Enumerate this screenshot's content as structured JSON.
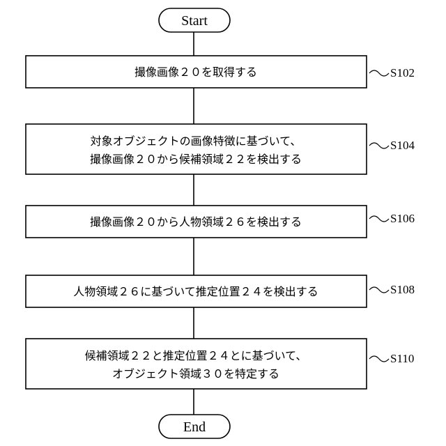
{
  "start_label": "Start",
  "end_label": "End",
  "steps": [
    {
      "id": "S102",
      "label": "S102",
      "lines": [
        "撮像画像２０を取得する"
      ]
    },
    {
      "id": "S104",
      "label": "S104",
      "lines": [
        "対象オブジェクトの画像特徴に基づいて、",
        "撮像画像２０から候補領域２２を検出する"
      ]
    },
    {
      "id": "S106",
      "label": "S106",
      "lines": [
        "撮像画像２０から人物領域２６を検出する"
      ]
    },
    {
      "id": "S108",
      "label": "S108",
      "lines": [
        "人物領域２６に基づいて推定位置２４を検出する"
      ]
    },
    {
      "id": "S110",
      "label": "S110",
      "lines": [
        "候補領域２２と推定位置２４とに基づいて、",
        "オブジェクト領域３０を特定する"
      ]
    }
  ]
}
